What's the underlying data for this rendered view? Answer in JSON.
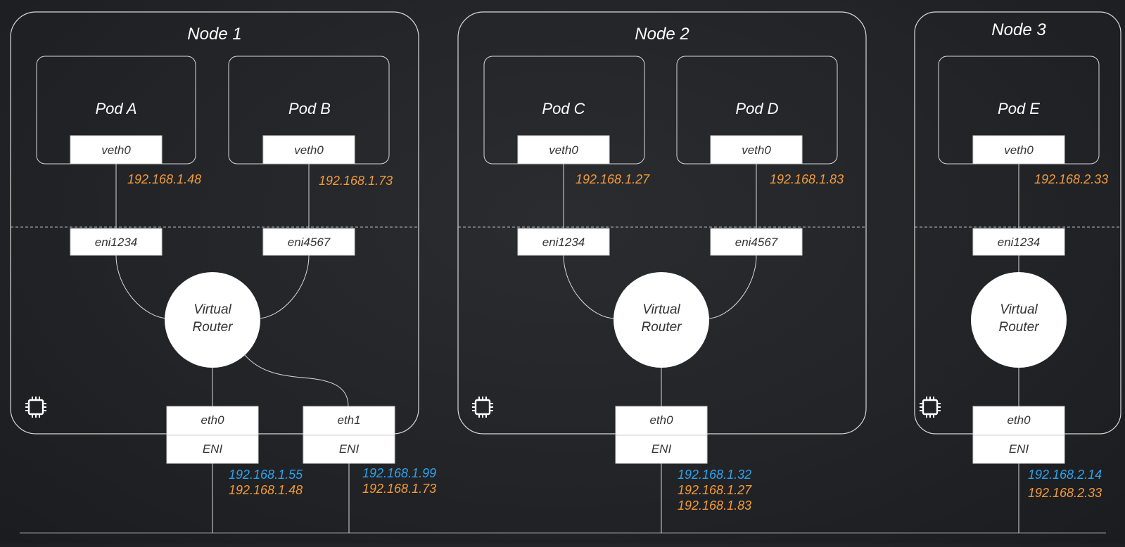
{
  "nodes": {
    "node1": {
      "title": "Node 1",
      "pods": {
        "a": {
          "name": "Pod A",
          "veth": "veth0",
          "ip": "192.168.1.48"
        },
        "b": {
          "name": "Pod B",
          "veth": "veth0",
          "ip": "192.168.1.73"
        }
      },
      "enis": [
        "eni1234",
        "eni4567"
      ],
      "router": [
        "Virtual",
        "Router"
      ],
      "interfaces": {
        "eth0": {
          "label": "eth0",
          "eni": "ENI",
          "primary_ip": "192.168.1.55",
          "secondary_ips": [
            "192.168.1.48"
          ]
        },
        "eth1": {
          "label": "eth1",
          "eni": "ENI",
          "primary_ip": "192.168.1.99",
          "secondary_ips": [
            "192.168.1.73"
          ]
        }
      }
    },
    "node2": {
      "title": "Node 2",
      "pods": {
        "c": {
          "name": "Pod C",
          "veth": "veth0",
          "ip": "192.168.1.27"
        },
        "d": {
          "name": "Pod D",
          "veth": "veth0",
          "ip": "192.168.1.83"
        }
      },
      "enis": [
        "eni1234",
        "eni4567"
      ],
      "router": [
        "Virtual",
        "Router"
      ],
      "interfaces": {
        "eth0": {
          "label": "eth0",
          "eni": "ENI",
          "primary_ip": "192.168.1.32",
          "secondary_ips": [
            "192.168.1.27",
            "192.168.1.83"
          ]
        }
      }
    },
    "node3": {
      "title": "Node 3",
      "pods": {
        "e": {
          "name": "Pod E",
          "veth": "veth0",
          "ip": "192.168.2.33"
        }
      },
      "enis": [
        "eni1234"
      ],
      "router": [
        "Virtual",
        "Router"
      ],
      "interfaces": {
        "eth0": {
          "label": "eth0",
          "eni": "ENI",
          "primary_ip": "192.168.2.14",
          "secondary_ips": [
            "192.168.2.33"
          ]
        }
      }
    }
  },
  "colors": {
    "primary_ip": "#2da2ef",
    "secondary_ip": "#f39a3b",
    "background": "#222427",
    "line": "#d9d9d9"
  },
  "icons": {
    "node_badge": "cpu-chip-icon"
  }
}
